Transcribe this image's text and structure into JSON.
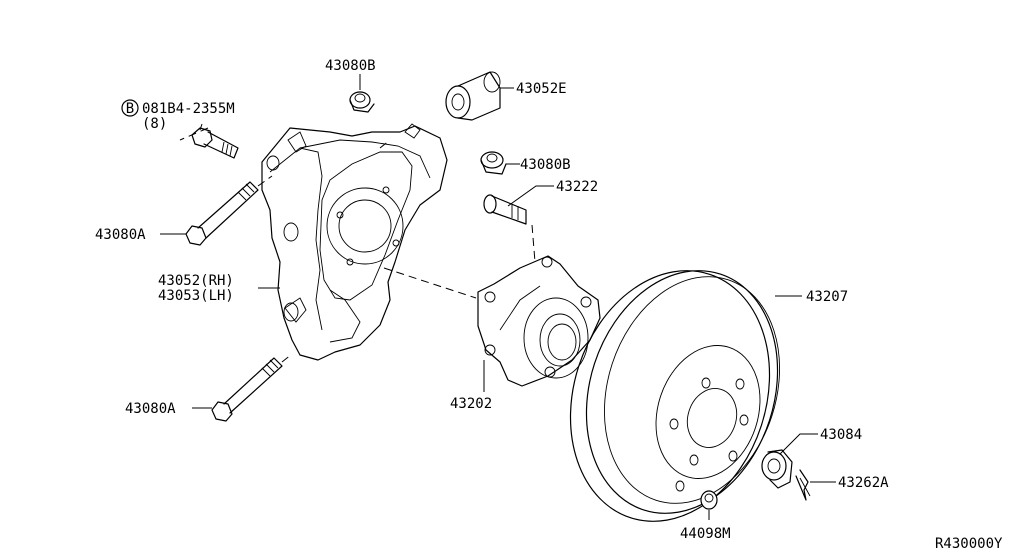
{
  "diagram": {
    "labels": {
      "bolt_spec": "081B4-2355M",
      "bolt_qty": "(8)",
      "bolt_prefix": "B",
      "bushing_small_top": "43080B",
      "bushing_large": "43052E",
      "bushing_small_mid": "43080B",
      "hub_bolt": "43222",
      "bolt_upper": "43080A",
      "knuckle_rh": "43052(RH)",
      "knuckle_lh": "43053(LH)",
      "bolt_lower": "43080A",
      "hub_assembly": "43202",
      "rotor": "43207",
      "cap": "43084",
      "cotter_pin": "43262A",
      "nut": "44098M",
      "figure_code": "R430000Y"
    }
  }
}
